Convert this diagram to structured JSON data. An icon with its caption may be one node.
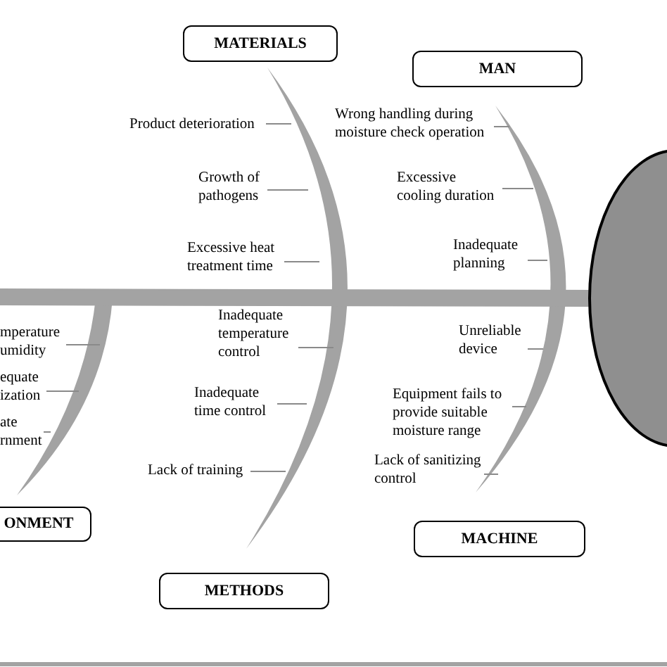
{
  "diagram": {
    "nodes": [
      {
        "text": [
          "MATERIALS"
        ]
      },
      {
        "text": [
          "MAN"
        ]
      },
      {
        "text": [
          "Product deterioration"
        ]
      },
      {
        "text": [
          "Wrong handling during moisture check operation"
        ]
      },
      {
        "text": [
          "Growth of pathogens"
        ]
      },
      {
        "text": [
          "Excessive cooling duration"
        ]
      },
      {
        "text": [
          "Excessive heat treatment time"
        ]
      },
      {
        "text": [
          "Inadequate planning"
        ]
      },
      {
        "text": [],
        "shape": "circle"
      },
      {
        "text": [
          "Inadequate temperature control"
        ]
      },
      {
        "text": [
          "mperature umidity"
        ]
      },
      {
        "text": [
          "Unreliable device"
        ]
      },
      {
        "text": [
          "equate ization"
        ]
      },
      {
        "text": [
          "Inadequate time control"
        ]
      },
      {
        "text": [
          "Equipment fails to provide suitable moisture range"
        ]
      },
      {
        "text": [
          "ate rnment"
        ]
      },
      {
        "text": [
          "Lack of training"
        ]
      },
      {
        "text": [
          "Lack of sanitizing control"
        ]
      },
      {
        "text": [
          "ONMENT"
        ]
      },
      {
        "text": [
          "MACHINE"
        ]
      },
      {
        "text": [
          "METHODS"
        ]
      }
    ],
    "edges": [
      {
        "from": null,
        "to": 8,
        "arrow": "none",
        "style": "thick"
      },
      {
        "from": 2,
        "to": null,
        "arrow": "none"
      },
      {
        "from": 3,
        "to": null,
        "arrow": "none"
      },
      {
        "from": 4,
        "to": null,
        "arrow": "none"
      },
      {
        "from": 5,
        "to": null,
        "arrow": "none"
      },
      {
        "from": 6,
        "to": null,
        "arrow": "none"
      },
      {
        "from": 7,
        "to": null,
        "arrow": "none"
      },
      {
        "from": 9,
        "to": null,
        "arrow": "none"
      },
      {
        "from": 10,
        "to": null,
        "arrow": "none"
      },
      {
        "from": 11,
        "to": null,
        "arrow": "none"
      },
      {
        "from": 12,
        "to": null,
        "arrow": "none"
      },
      {
        "from": 13,
        "to": null,
        "arrow": "none"
      },
      {
        "from": 14,
        "to": null,
        "arrow": "none"
      },
      {
        "from": 15,
        "to": null,
        "arrow": "none"
      },
      {
        "from": 16,
        "to": null,
        "arrow": "none"
      },
      {
        "from": 17,
        "to": null,
        "arrow": "none"
      }
    ]
  }
}
